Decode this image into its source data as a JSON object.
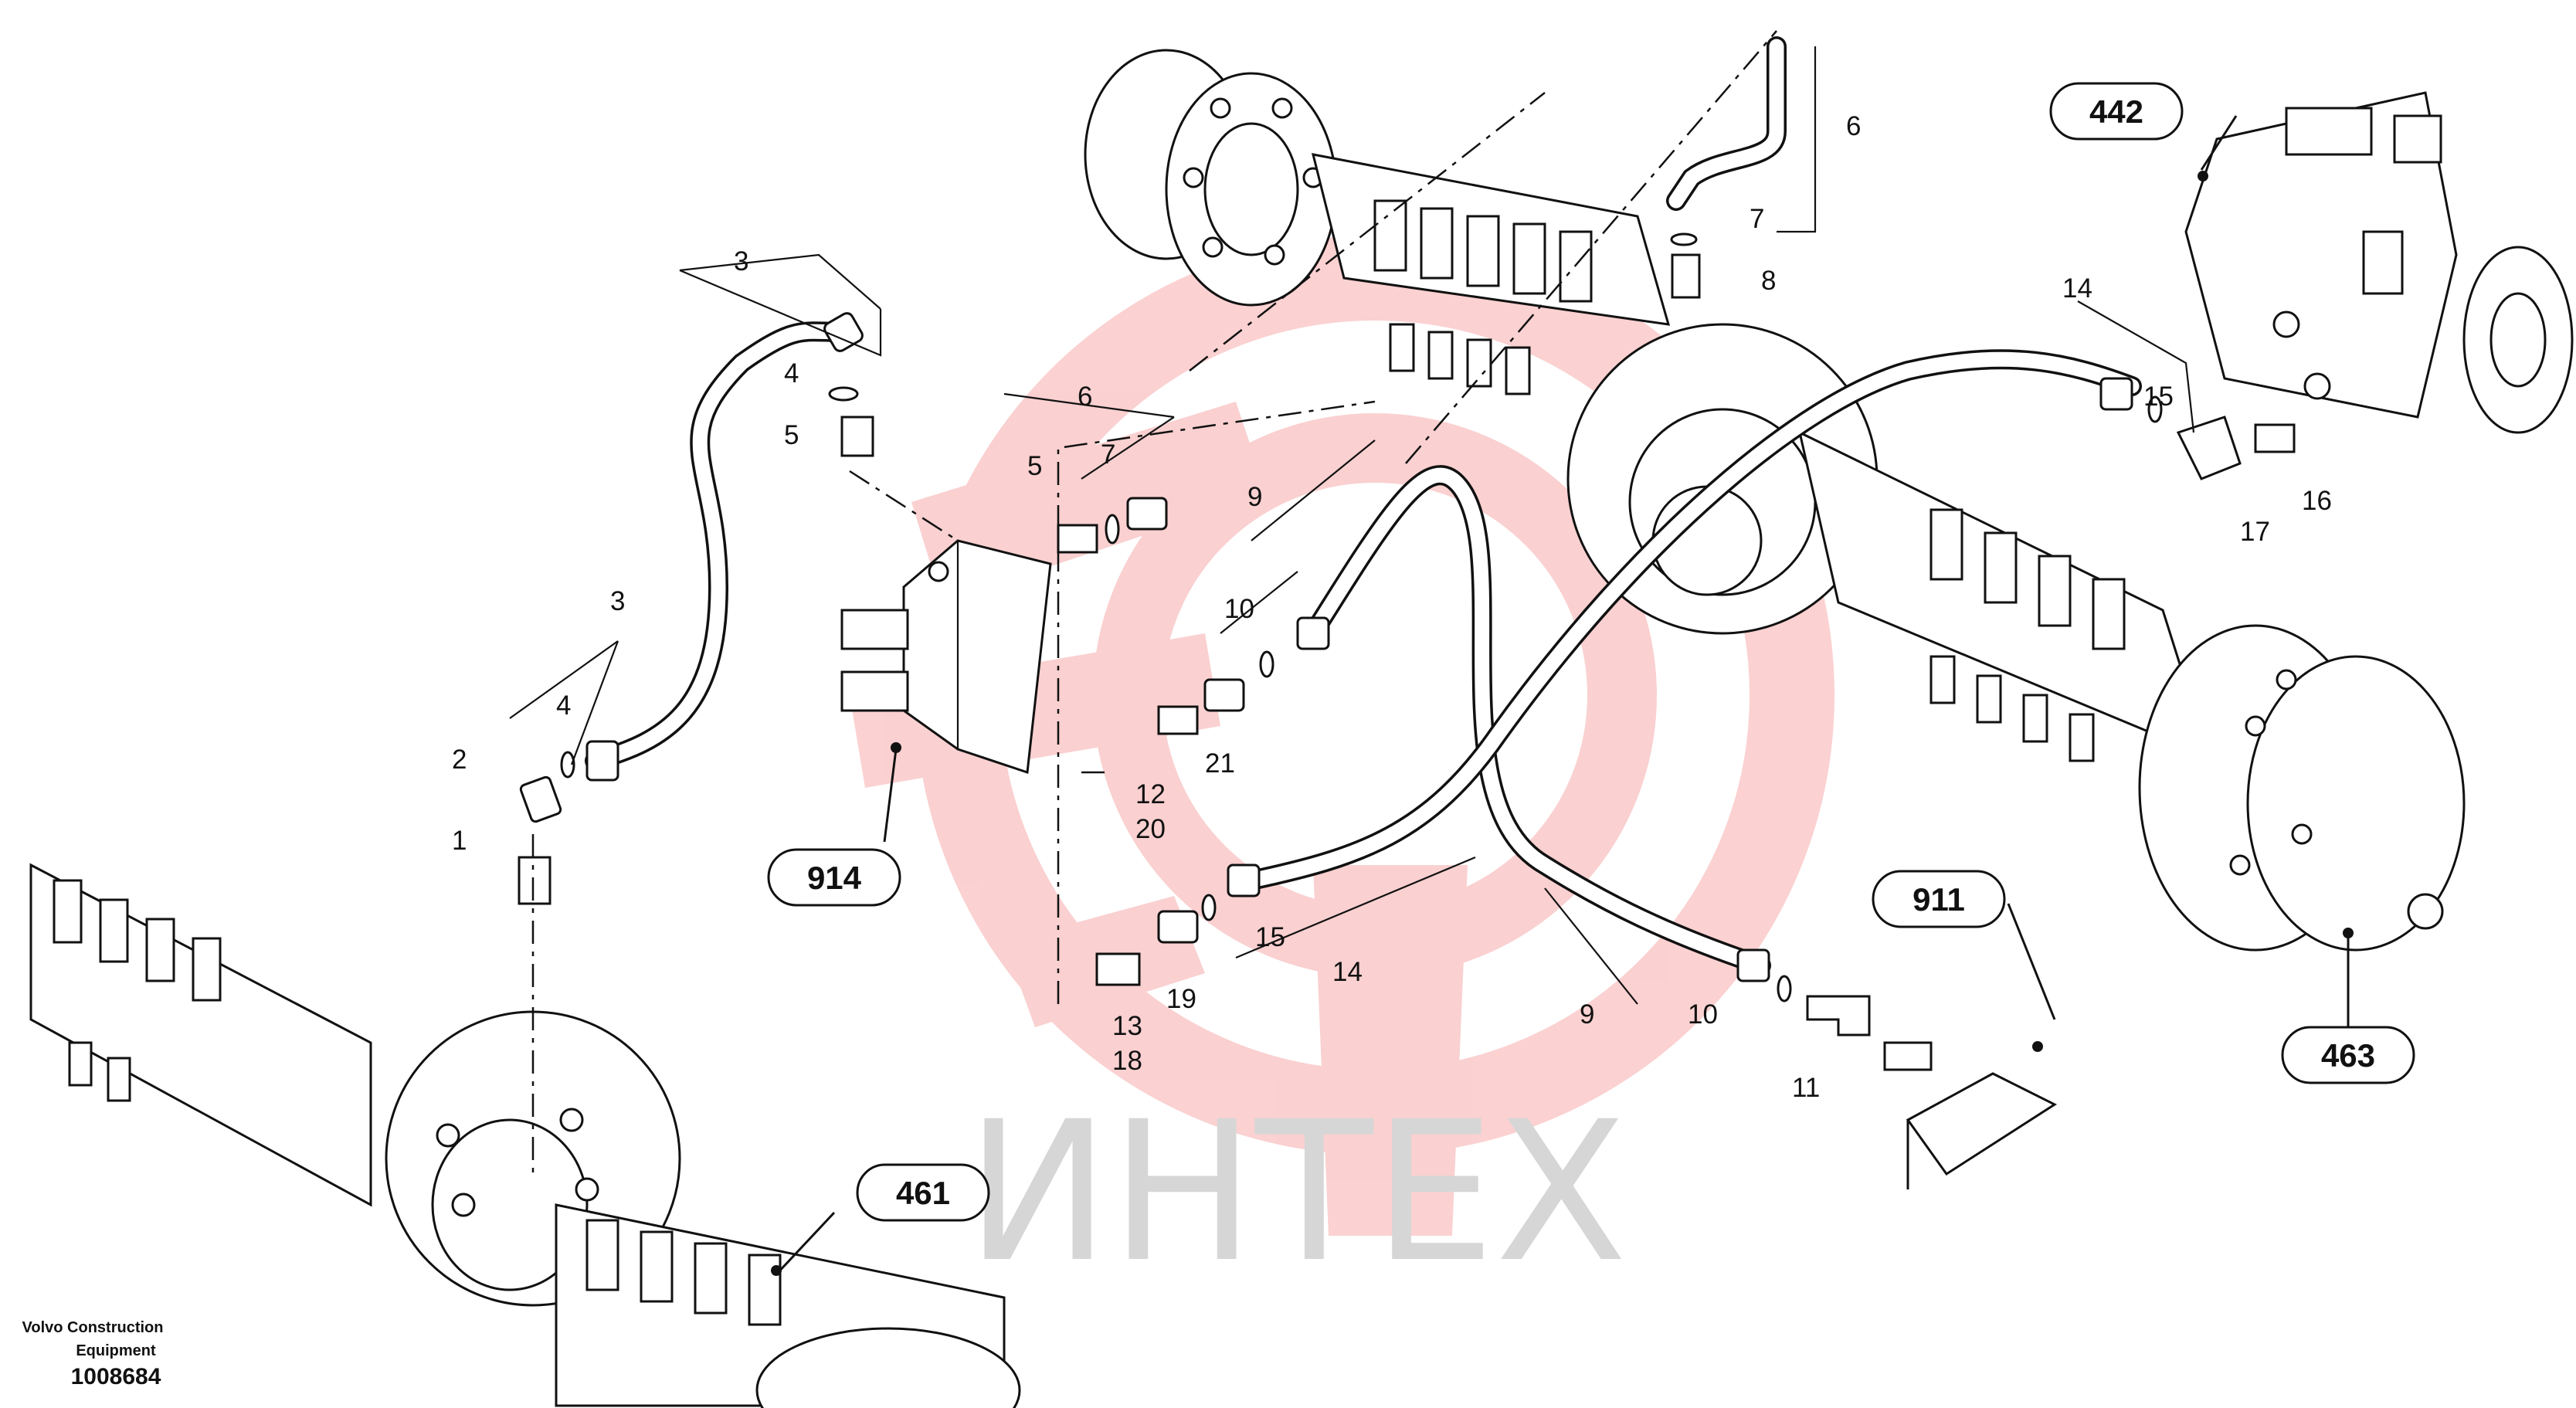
{
  "watermark": {
    "text": "ИНТЕХ",
    "logo_color": "#f05a5a"
  },
  "credit": {
    "line1": "Volvo Construction",
    "line2": "Equipment",
    "number": "1008684"
  },
  "ref_groups": [
    "442",
    "914",
    "911",
    "461",
    "463"
  ],
  "part_numbers": {
    "p1": "1",
    "p2": "2",
    "p3a": "3",
    "p3b": "3",
    "p4a": "4",
    "p4b": "4",
    "p5a": "5",
    "p5b": "5",
    "p6a": "6",
    "p6b": "6",
    "p7a": "7",
    "p7b": "7",
    "p8": "8",
    "p9a": "9",
    "p9b": "9",
    "p10a": "10",
    "p10b": "10",
    "p11": "11",
    "p12": "12",
    "p13": "13",
    "p14a": "14",
    "p14b": "14",
    "p15a": "15",
    "p15b": "15",
    "p16": "16",
    "p17": "17",
    "p18": "18",
    "p19": "19",
    "p20": "20",
    "p21": "21"
  }
}
